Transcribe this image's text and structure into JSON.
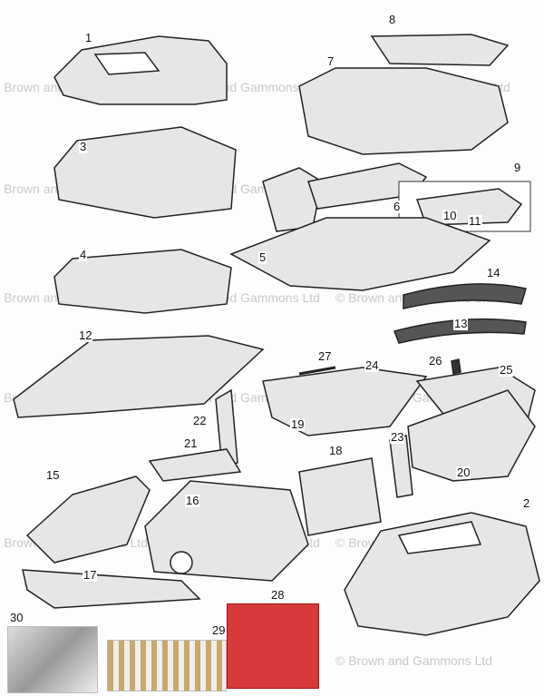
{
  "watermark": "© Brown and Gammons Ltd",
  "labels": {
    "p1": "1",
    "p2": "2",
    "p3": "3",
    "p4": "4",
    "p5": "5",
    "p6": "6",
    "p7": "7",
    "p8": "8",
    "p9": "9",
    "p10": "10",
    "p11": "11",
    "p12": "12",
    "p13": "13",
    "p14": "14",
    "p15": "15",
    "p16": "16",
    "p17": "17",
    "p18": "18",
    "p19": "19",
    "p20": "20",
    "p21": "21",
    "p22": "22",
    "p23": "23",
    "p24": "24",
    "p25": "25",
    "p26": "26",
    "p27": "27",
    "p28": "28",
    "p29": "29",
    "p30": "30"
  },
  "colors": {
    "line": "#222222",
    "fill": "#e6e6e6",
    "bag": "#d63a3a"
  }
}
